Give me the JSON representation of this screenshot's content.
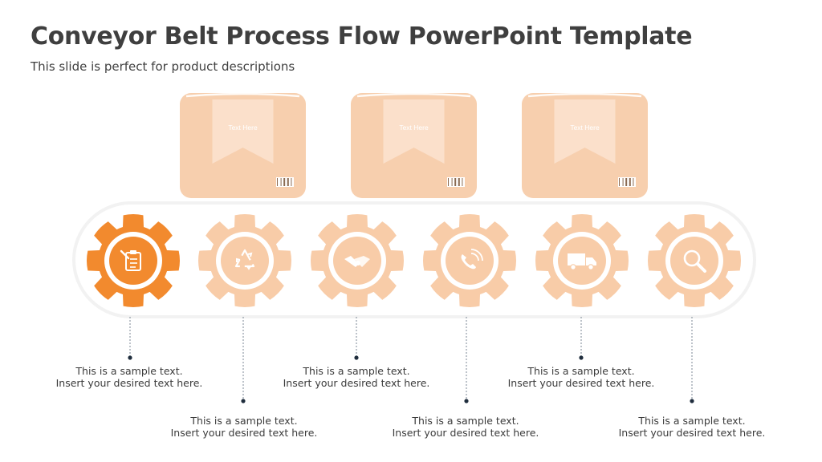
{
  "header": {
    "title": "Conveyor Belt Process Flow PowerPoint Template",
    "subtitle": "This slide is perfect for product descriptions"
  },
  "colors": {
    "accent": "#F28A2E",
    "pale": "#F8CCA8",
    "box": "#F7CFAE",
    "box_dark": "#F3BE95",
    "belt": "#F2F2F2",
    "dot": "#1F2D3D"
  },
  "boxes": [
    {
      "label": "Text Here"
    },
    {
      "label": "Text Here"
    },
    {
      "label": "Text Here"
    }
  ],
  "steps": [
    {
      "icon": "clipboard-icon",
      "active": true,
      "line1": "This is a sample text.",
      "line2": "Insert your desired text here."
    },
    {
      "icon": "recycle-icon",
      "active": false,
      "line1": "This is a sample text.",
      "line2": "Insert your desired text here."
    },
    {
      "icon": "handshake-icon",
      "active": false,
      "line1": "This is a sample text.",
      "line2": "Insert your desired text here."
    },
    {
      "icon": "phone-icon",
      "active": false,
      "line1": "This is a sample text.",
      "line2": "Insert your desired text here."
    },
    {
      "icon": "truck-icon",
      "active": false,
      "line1": "This is a sample text.",
      "line2": "Insert your desired text here."
    },
    {
      "icon": "search-icon",
      "active": false,
      "line1": "This is a sample text.",
      "line2": "Insert your desired text here."
    }
  ]
}
